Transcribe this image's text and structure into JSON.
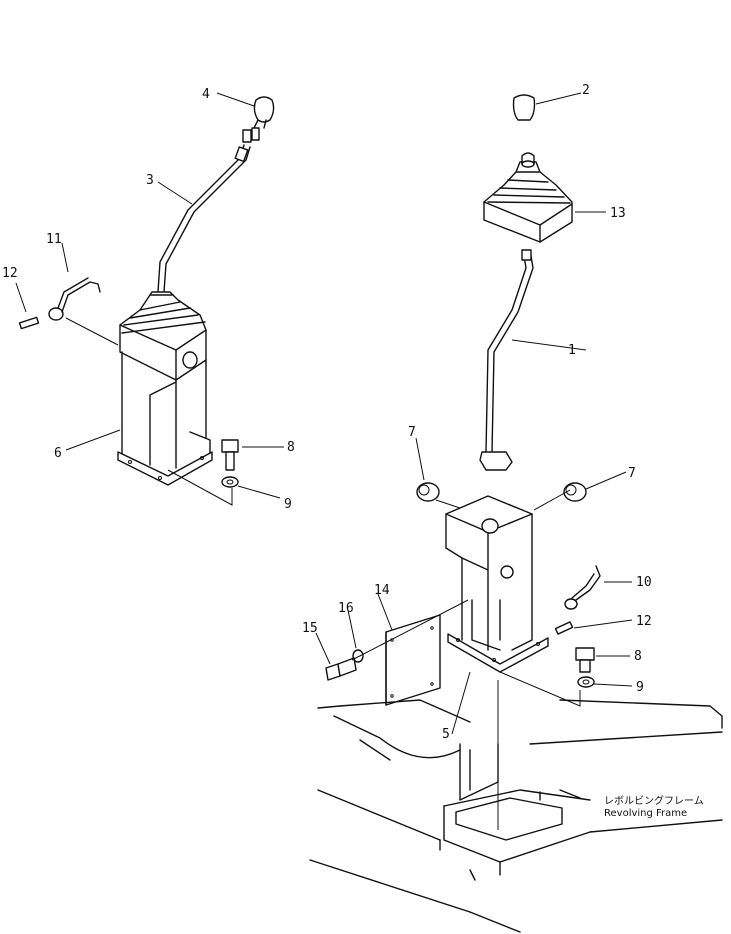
{
  "callouts": {
    "c1": "1",
    "c2": "2",
    "c3": "3",
    "c4": "4",
    "c5": "5",
    "c6": "6",
    "c7a": "7",
    "c7b": "7",
    "c8a": "8",
    "c8b": "8",
    "c9a": "9",
    "c9b": "9",
    "c10": "10",
    "c11": "11",
    "c12a": "12",
    "c12b": "12",
    "c13": "13",
    "c14": "14",
    "c15": "15",
    "c16": "16"
  },
  "frame_note": {
    "line_jp": "レボルビングフレーム",
    "line_en": "Revolving  Frame"
  }
}
